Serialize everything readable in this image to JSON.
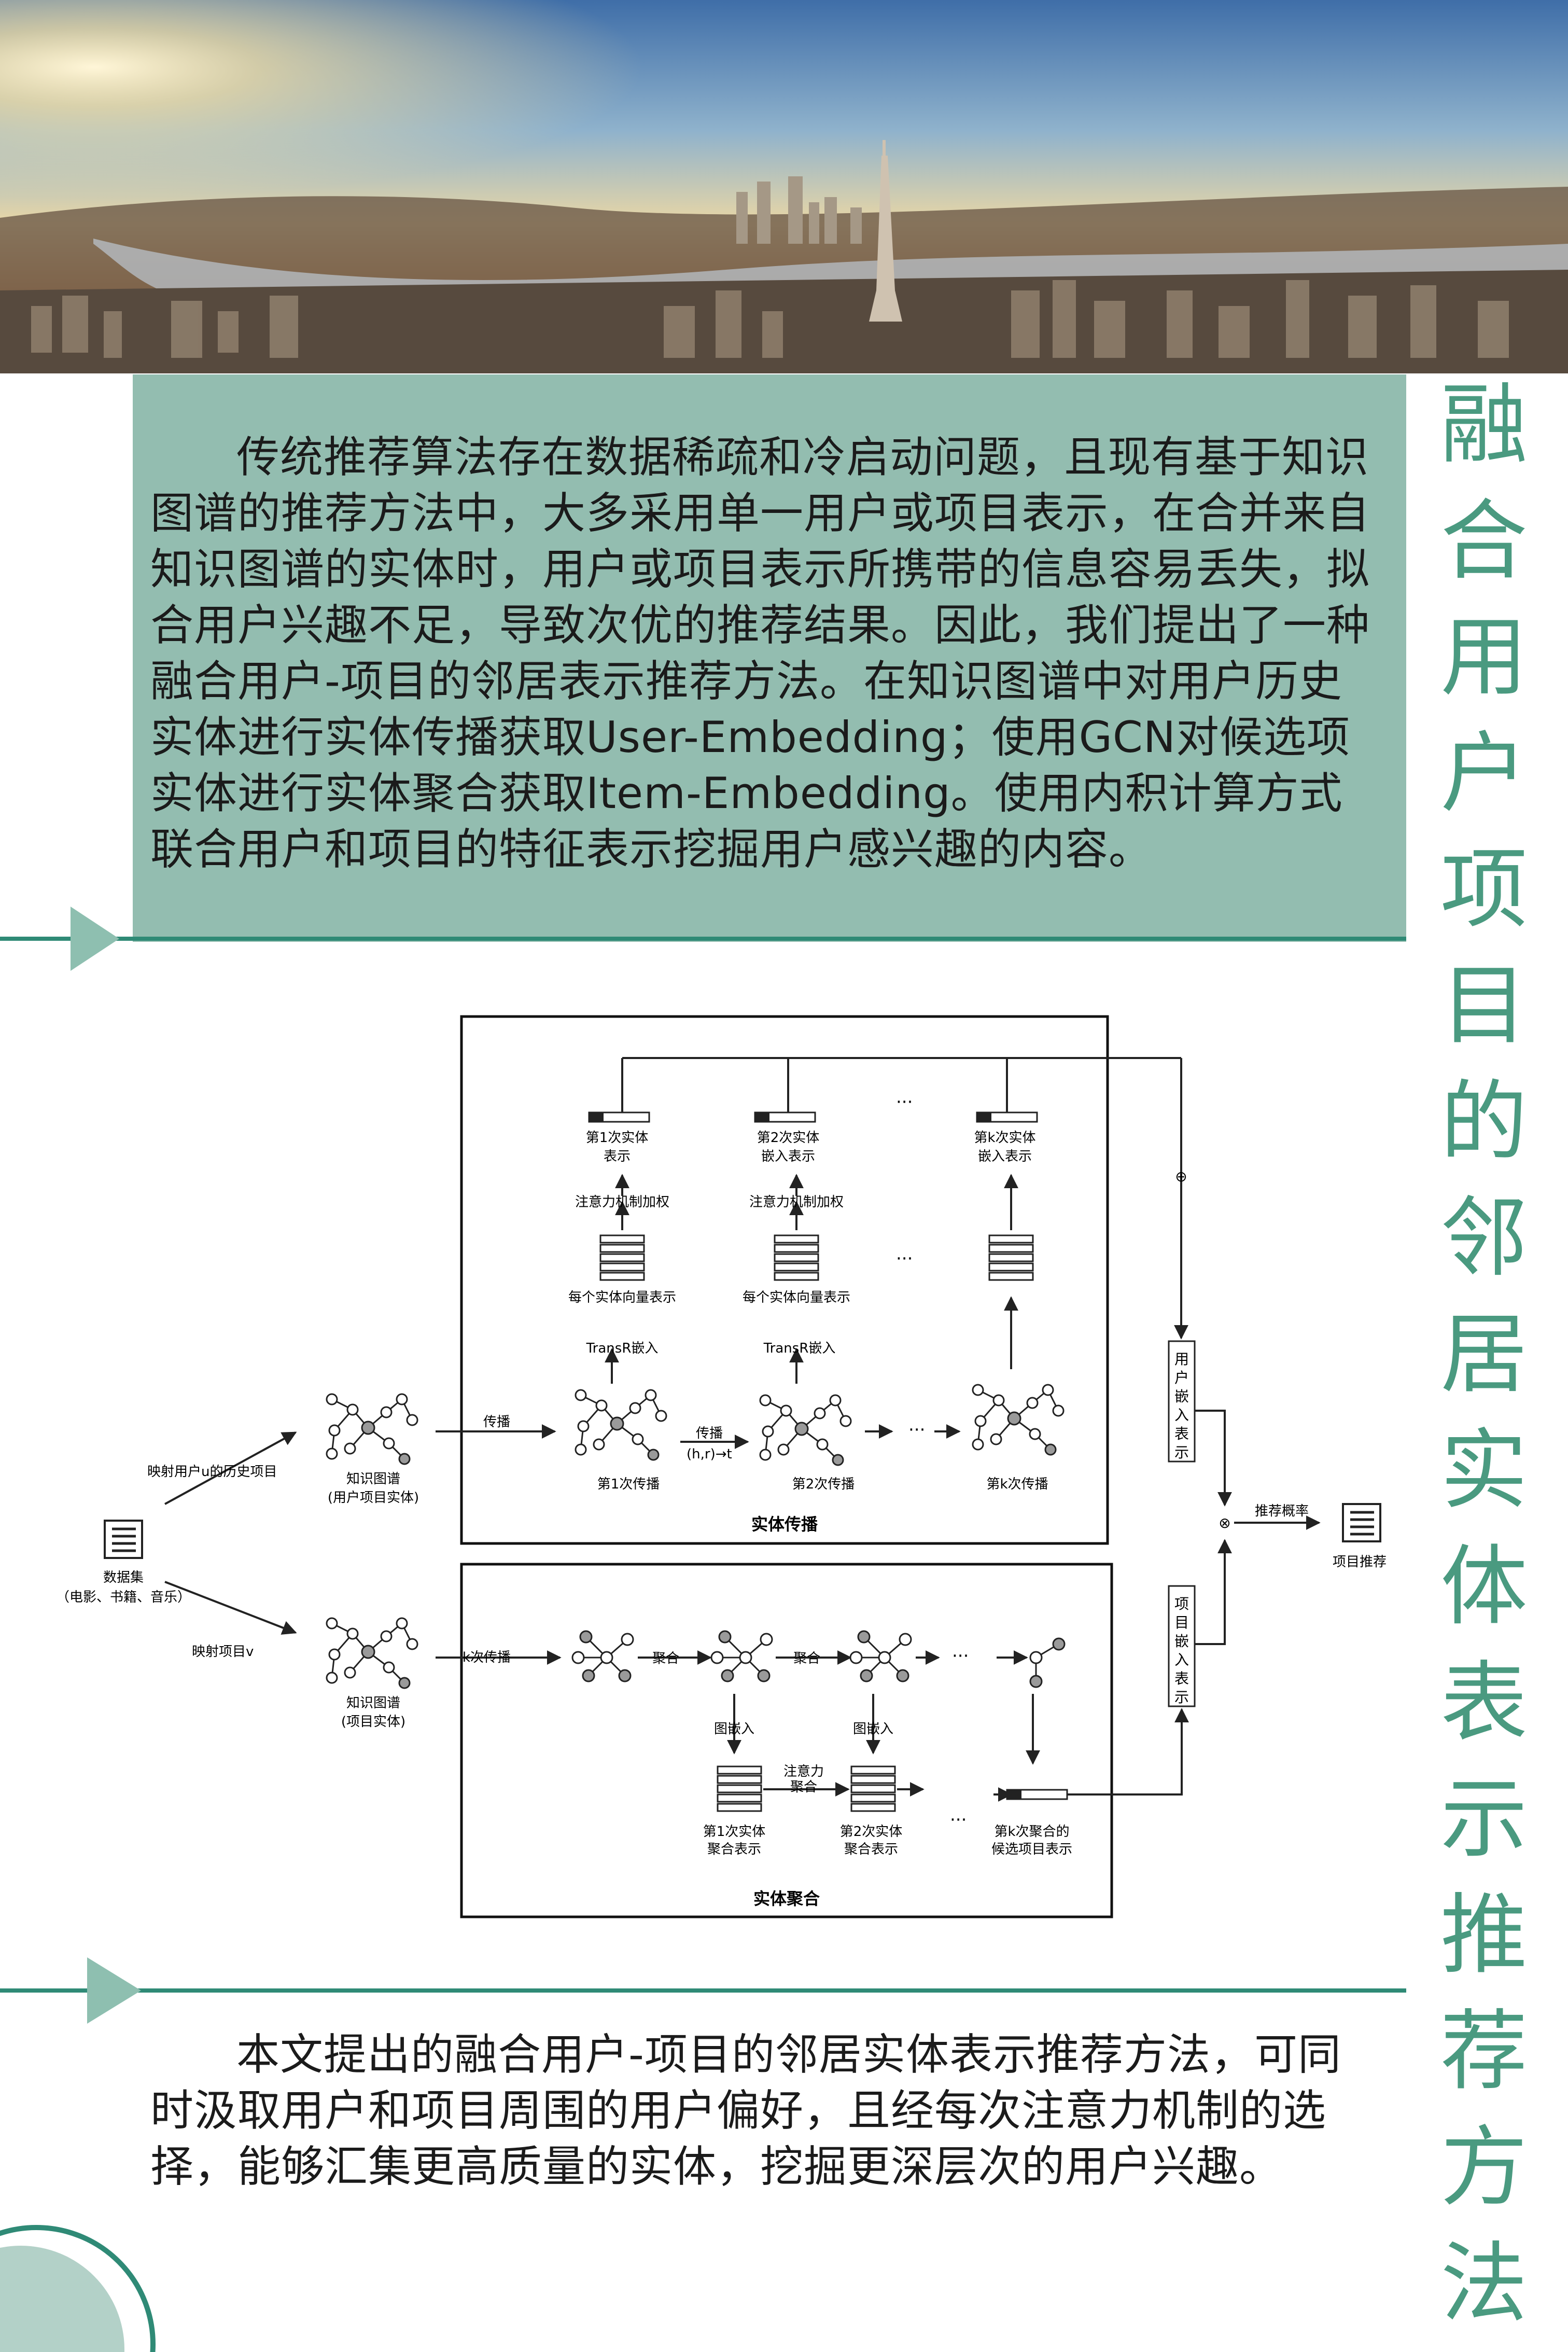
{
  "poster": {
    "vertical_title": "融合用户项目的邻居实体表示推荐方法",
    "abstract": "传统推荐算法存在数据稀疏和冷启动问题，且现有基于知识图谱的推荐方法中，大多采用单一用户或项目表示，在合并来自知识图谱的实体时，用户或项目表示所携带的信息容易丢失，拟合用户兴趣不足，导致次优的推荐结果。因此，我们提出了一种融合用户-项目的邻居表示推荐方法。在知识图谱中对用户历史实体进行实体传播获取User-Embedding；使用GCN对候选项实体进行实体聚合获取Item-Embedding。使用内积计算方式联合用户和项目的特征表示挖掘用户感兴趣的内容。",
    "conclusion": "本文提出的融合用户-项目的邻居实体表示推荐方法，可同时汲取用户和项目周围的用户偏好，且经每次注意力机制的选择，能够汇集更高质量的实体，挖掘更深层次的用户兴趣。",
    "colors": {
      "accent": "#4a9a80",
      "panel": "#93bdb0",
      "line": "#2f8a76",
      "node_gray": "#9a9a9a"
    }
  },
  "diagram": {
    "dataset_label": "数据集",
    "dataset_sub": "（电影、书籍、音乐）",
    "map_user_label": "映射用户u的历史项目",
    "map_item_label": "映射项目v",
    "kg_user_label": "知识图谱",
    "kg_user_sub": "(用户项目实体)",
    "kg_item_label": "知识图谱",
    "kg_item_sub": "(项目实体)",
    "propagate_label": "传播",
    "k_propagate_label": "k次传播",
    "propagation_title": "实体传播",
    "aggregation_title": "实体聚合",
    "prop_step_mid": "传播",
    "prop_hr": "(h,r)→t",
    "prop_round_1": "第1次传播",
    "prop_round_2": "第2次传播",
    "prop_round_k": "第k次传播",
    "transr_1": "TransR嵌入",
    "transr_2": "TransR嵌入",
    "vec_1": "每个实体向量表示",
    "vec_2": "每个实体向量表示",
    "att_1": "注意力机制加权",
    "att_2": "注意力机制加权",
    "emb_1_a": "第1次实体",
    "emb_1_b": "表示",
    "emb_2_a": "第2次实体",
    "emb_2_b": "嵌入表示",
    "emb_k_a": "第k次实体",
    "emb_k_b": "嵌入表示",
    "ellipsis": "···",
    "agg_label_1": "聚合",
    "agg_label_2": "聚合",
    "graph_emb_1": "图嵌入",
    "graph_emb_2": "图嵌入",
    "att_agg_a": "注意力",
    "att_agg_b": "聚合",
    "agg_rep_1_a": "第1次实体",
    "agg_rep_1_b": "聚合表示",
    "agg_rep_2_a": "第2次实体",
    "agg_rep_2_b": "聚合表示",
    "agg_rep_k_a": "第k次聚合的",
    "agg_rep_k_b": "候选项目表示",
    "user_emb_chars": [
      "用",
      "户",
      "嵌",
      "入",
      "表",
      "示"
    ],
    "item_emb_chars": [
      "项",
      "目",
      "嵌",
      "入",
      "表",
      "示"
    ],
    "prob_label": "推荐概率",
    "rec_label": "项目推荐",
    "circle_plus": "⊕",
    "circle_times": "⊗"
  }
}
